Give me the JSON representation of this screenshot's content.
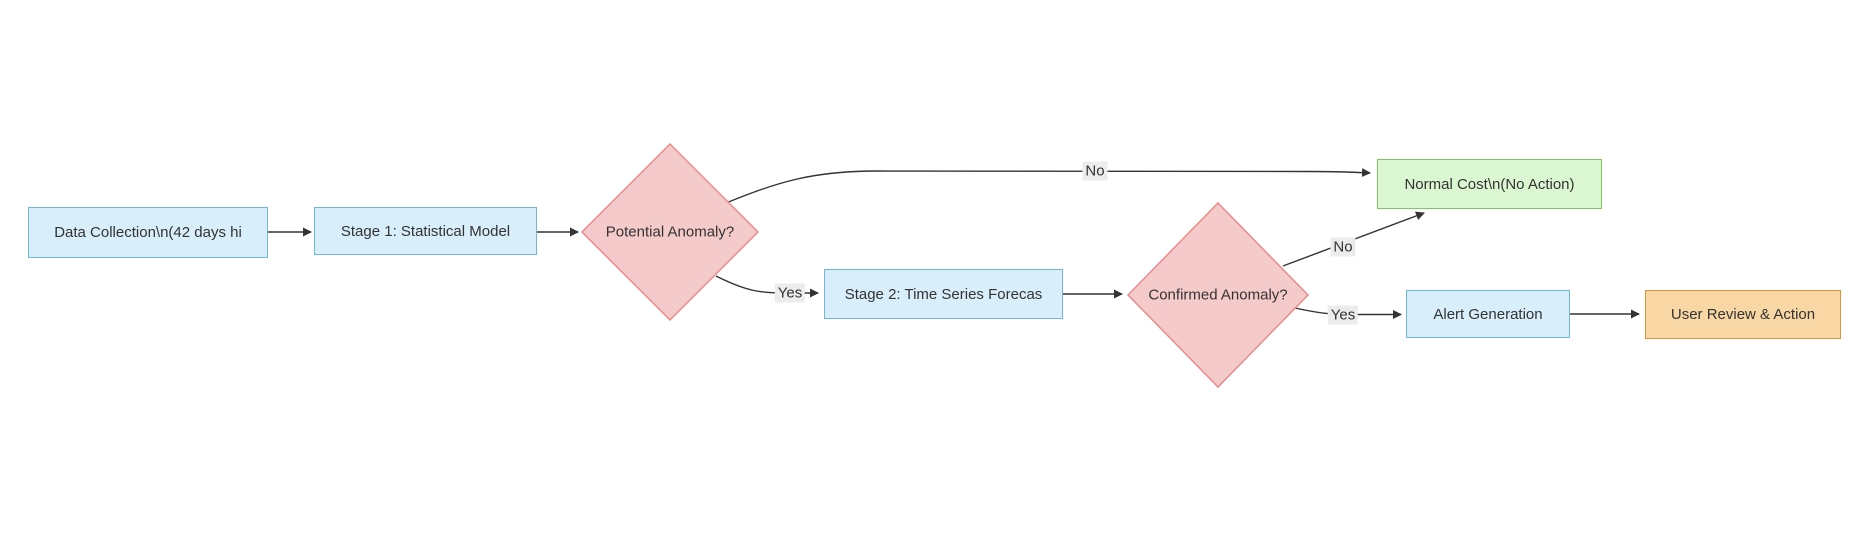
{
  "diagram": {
    "type": "flowchart",
    "direction": "left-to-right",
    "nodes": {
      "data_collection": "Data Collection\\n(42 days hi",
      "stage1": "Stage 1: Statistical Model",
      "potential_anomaly": "Potential Anomaly?",
      "stage2": "Stage 2: Time Series Forecas",
      "normal_cost": "Normal Cost\\n(No Action)",
      "confirmed_anomaly": "Confirmed Anomaly?",
      "alert_generation": "Alert Generation",
      "user_review": "User Review & Action"
    },
    "edge_labels": {
      "no1": "No",
      "yes1": "Yes",
      "no2": "No",
      "yes2": "Yes"
    },
    "colors": {
      "process_fill": "#d8eefa",
      "process_border": "#71b7db",
      "decision_fill": "#f5caca",
      "decision_border": "#e98b8b",
      "success_fill": "#daf7d1",
      "success_border": "#7cc95d",
      "action_fill": "#f8d7a4",
      "action_border": "#de9434",
      "edge_line": "#333333",
      "text": "#333333",
      "edge_label_bg": "#ececec"
    }
  }
}
